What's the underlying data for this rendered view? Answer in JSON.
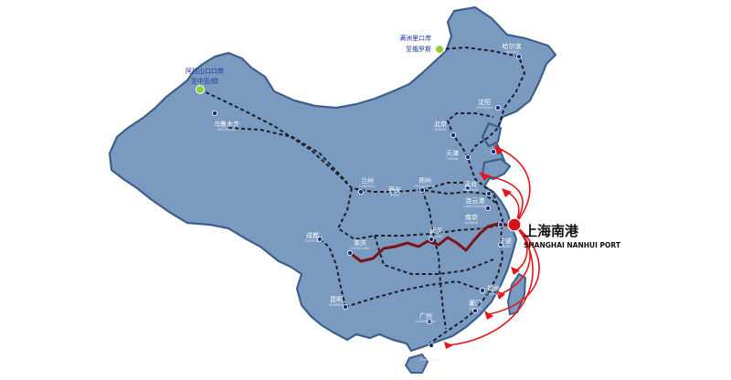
{
  "map": {
    "port": {
      "name_cn": "上海南港",
      "name_en": "SHANGHAI NANHUI PORT"
    },
    "border_crossings": [
      {
        "id": "manzhouli",
        "name_cn": "满洲里口岸",
        "name_cn_2": "至俄罗斯"
      },
      {
        "id": "alashankou",
        "name_cn": "阿拉山口口岸",
        "name_cn_2": "至中亚/欧"
      }
    ],
    "cities": [
      {
        "id": "harbin",
        "cn": "哈尔滨",
        "en": "HAERBIN"
      },
      {
        "id": "shenyang",
        "cn": "沈阳",
        "en": "SHENYANG"
      },
      {
        "id": "beijing",
        "cn": "北京",
        "en": "BEIJING"
      },
      {
        "id": "tianjin",
        "cn": "天津",
        "en": "TIANJIN"
      },
      {
        "id": "urumqi",
        "cn": "乌鲁木齐",
        "en": "WULUMUQI"
      },
      {
        "id": "lanzhou",
        "cn": "兰州",
        "en": "LANZHOU"
      },
      {
        "id": "xian",
        "cn": "西安",
        "en": "XI'AN"
      },
      {
        "id": "zhengzhou",
        "cn": "郑州",
        "en": "ZHENGZHOU"
      },
      {
        "id": "qingdao",
        "cn": "青岛",
        "en": "QINGDAO"
      },
      {
        "id": "lianyungang",
        "cn": "连云港",
        "en": "LIANYUNGANG"
      },
      {
        "id": "nanjing",
        "cn": "南京",
        "en": "NANJING"
      },
      {
        "id": "ningbo",
        "cn": "宁波",
        "en": "NINGBO"
      },
      {
        "id": "wuhan",
        "cn": "武汉",
        "en": "WUHAN"
      },
      {
        "id": "chengdu",
        "cn": "成都",
        "en": "CHENGDU"
      },
      {
        "id": "chongqing",
        "cn": "重庆",
        "en": "CHONGQING"
      },
      {
        "id": "fuzhou",
        "cn": "福州",
        "en": "FUZHOU"
      },
      {
        "id": "xiamen",
        "cn": "厦门",
        "en": "XIAMEN"
      },
      {
        "id": "kunming",
        "cn": "昆明",
        "en": "KUNMING"
      },
      {
        "id": "guangzhou",
        "cn": "广州",
        "en": "GUANGZHOU"
      },
      {
        "id": "hongkong",
        "cn": "香港",
        "en": "HONGKONG"
      }
    ],
    "colors": {
      "land": "#7b9ac0",
      "border": "#3d5f8d",
      "rail_line": "#1c1f2a",
      "yangtze_route": "#7a1414",
      "sea_route": "#e4141a",
      "port_marker": "#d0121a",
      "border_crossing_marker": "#8fd13a",
      "city_marker": "#1a2a8c"
    },
    "legend": "none"
  }
}
